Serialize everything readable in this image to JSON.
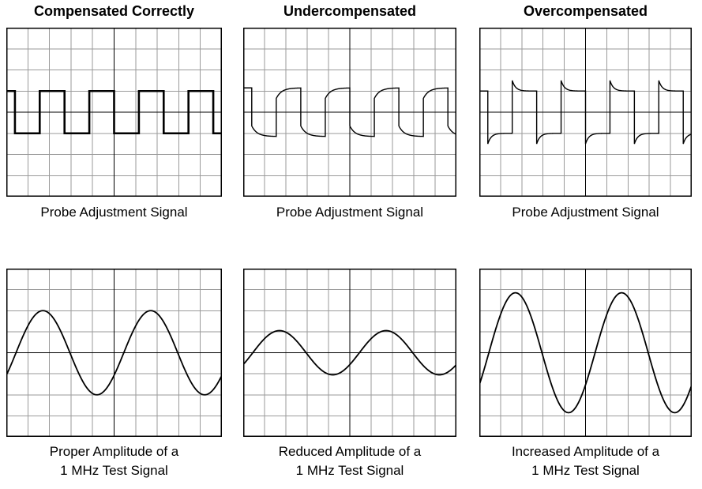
{
  "colors": {
    "background": "#ffffff",
    "grid_line": "#9a9a9a",
    "axis_line": "#000000",
    "border": "#000000",
    "trace": "#000000",
    "text": "#000000"
  },
  "graticule": {
    "columns": 10,
    "rows": 8
  },
  "columns": [
    {
      "id": "compensated-correctly",
      "title": "Compensated Correctly",
      "top_panel": {
        "caption": "Probe Adjustment Signal",
        "wave": {
          "type": "square",
          "style": "compensated",
          "level_div": 1.0,
          "first_edge_div": 0.4,
          "edge_interval_div": 1.15,
          "edge_count": 9,
          "start_level": "high",
          "stroke_width": 2.6
        }
      },
      "bottom_panel": {
        "caption_line1": "Proper Amplitude of a",
        "caption_line2": "1 MHz Test Signal",
        "wave": {
          "type": "sine",
          "amplitude_div": 2.0,
          "period_div": 5,
          "peak_x_div": 1.7,
          "stroke_width": 1.8
        }
      }
    },
    {
      "id": "undercompensated",
      "title": "Undercompensated",
      "top_panel": {
        "caption": "Probe Adjustment Signal",
        "wave": {
          "type": "square",
          "style": "undercompensated",
          "settle_div": 1.15,
          "jump_to_div": 0.65,
          "tau_div": 0.25,
          "first_edge_div": 0.4,
          "edge_interval_div": 1.15,
          "edge_count": 9,
          "start_level": "high",
          "stroke_width": 1.4
        }
      },
      "bottom_panel": {
        "caption_line1": "Reduced Amplitude of a",
        "caption_line2": "1 MHz Test Signal",
        "wave": {
          "type": "sine",
          "amplitude_div": 1.05,
          "period_div": 5,
          "peak_x_div": 1.7,
          "stroke_width": 1.8
        }
      }
    },
    {
      "id": "overcompensated",
      "title": "Overcompensated",
      "top_panel": {
        "caption": "Probe Adjustment Signal",
        "wave": {
          "type": "square",
          "style": "overcompensated",
          "level_div": 1.0,
          "overshoot_div": 0.5,
          "tau_div": 0.16,
          "first_edge_div": 0.4,
          "edge_interval_div": 1.15,
          "edge_count": 9,
          "start_level": "high",
          "stroke_width": 1.4
        }
      },
      "bottom_panel": {
        "caption_line1": "Increased Amplitude of a",
        "caption_line2": "1 MHz Test Signal",
        "wave": {
          "type": "sine",
          "amplitude_div": 2.85,
          "period_div": 5,
          "peak_x_div": 1.7,
          "stroke_width": 1.8
        }
      }
    }
  ],
  "chart_data": [
    {
      "type": "line",
      "title": "Compensated Correctly - Probe Adjustment Signal",
      "description": "Clean square wave, flat tops and bottoms at +1 and -1 divisions around center, ~4.4 cycles across 10 divisions"
    },
    {
      "type": "line",
      "title": "Undercompensated - Probe Adjustment Signal",
      "description": "Square wave with rounded leading corners; edges jump to +/-0.65 div then drift exponentially to +/-1.15 div"
    },
    {
      "type": "line",
      "title": "Overcompensated - Probe Adjustment Signal",
      "description": "Square wave with overshoot spikes to +/-1.5 div at each edge decaying to +/-1.0 div"
    },
    {
      "type": "line",
      "title": "Proper Amplitude of a 1 MHz Test Signal",
      "description": "Sine wave, amplitude 2.0 divisions, period 5 divisions, 2 cycles shown"
    },
    {
      "type": "line",
      "title": "Reduced Amplitude of a 1 MHz Test Signal",
      "description": "Sine wave, amplitude 1.05 divisions, period 5 divisions, 2 cycles shown"
    },
    {
      "type": "line",
      "title": "Increased Amplitude of a 1 MHz Test Signal",
      "description": "Sine wave, amplitude 2.85 divisions, period 5 divisions, 2 cycles shown"
    }
  ]
}
